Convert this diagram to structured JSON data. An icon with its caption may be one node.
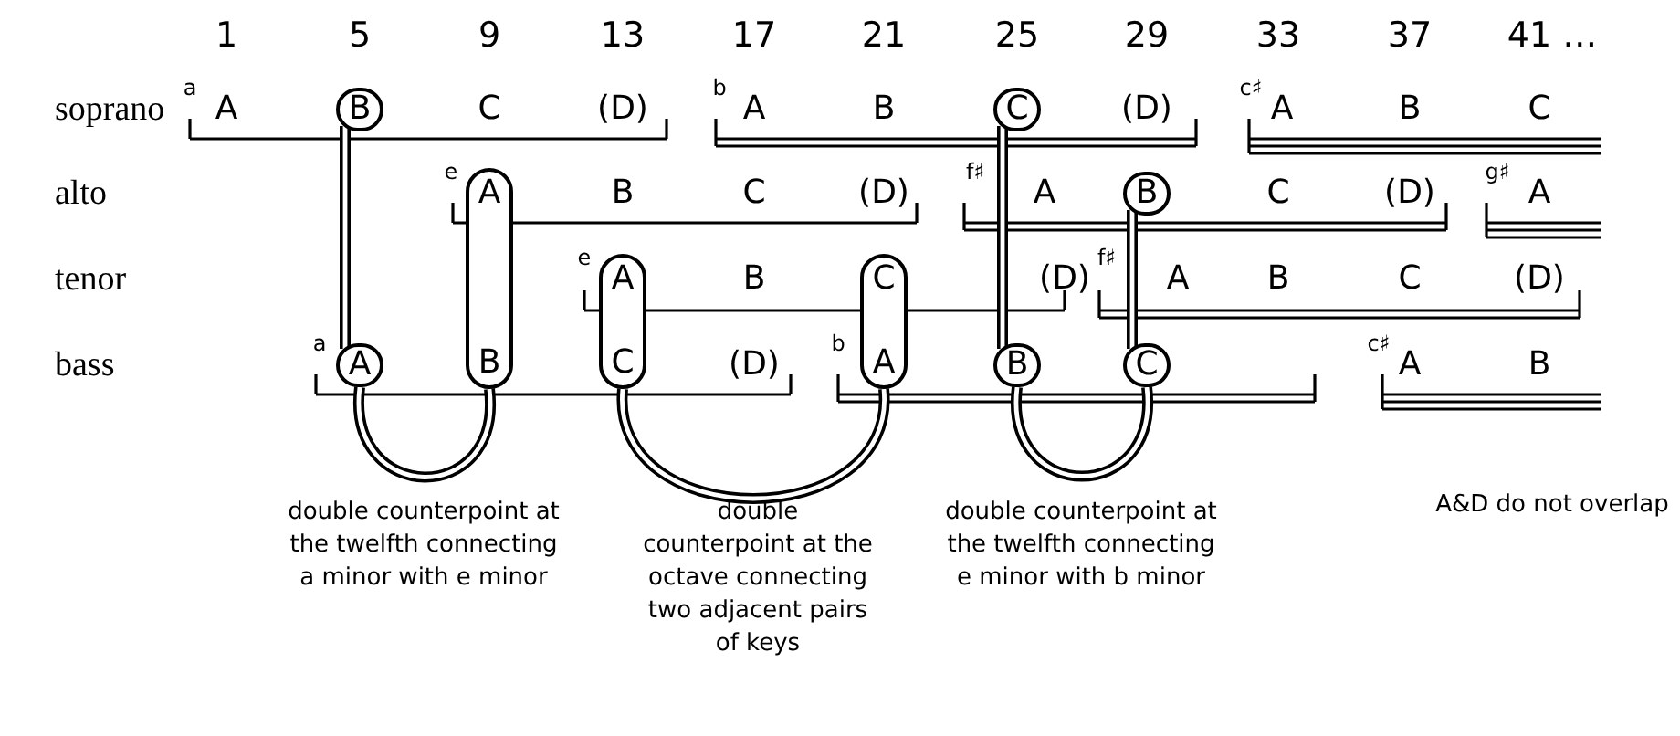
{
  "diagram": {
    "nodes": [
      {
        "text": [
          "B"
        ]
      },
      {
        "text": [
          "A"
        ]
      },
      {
        "text": [
          "A",
          "B"
        ]
      },
      {
        "text": [
          "A",
          "C"
        ]
      },
      {
        "text": [
          "C",
          "A"
        ]
      },
      {
        "text": [
          "C"
        ]
      },
      {
        "text": [
          "B"
        ]
      },
      {
        "text": [
          "B"
        ]
      },
      {
        "text": [
          "C"
        ]
      }
    ],
    "edges": [
      {
        "from": 0,
        "to": 1,
        "arrow": "none"
      },
      {
        "from": 5,
        "to": 6,
        "arrow": "none"
      },
      {
        "from": 7,
        "to": 8,
        "arrow": "none"
      },
      {
        "from": 1,
        "to": 2,
        "arrow": "none"
      },
      {
        "from": 3,
        "to": 4,
        "arrow": "none"
      },
      {
        "from": 6,
        "to": 8,
        "arrow": "none"
      }
    ],
    "labels": [
      "1",
      "5",
      "9",
      "13",
      "17",
      "21",
      "25",
      "29",
      "33",
      "37",
      "41 …",
      "soprano",
      "a",
      "A",
      "C",
      "(D)",
      "b",
      "A",
      "B",
      "(D)",
      "c♯",
      "A",
      "B",
      "C",
      "alto",
      "e",
      "B",
      "C",
      "(D)",
      "f♯",
      "A",
      "C",
      "(D)",
      "g♯",
      "A",
      "tenor",
      "e",
      "B",
      "(D)",
      "f♯",
      "A",
      "B",
      "C",
      "(D)",
      "bass",
      "a",
      "(D)",
      "b",
      "c♯",
      "A",
      "B",
      "double counterpoint at the twelfth connecting a minor with e minor",
      "double counterpoint at the octave connecting two adjacent pairs of keys",
      "double counterpoint at the twelfth connecting e minor with b minor",
      "A&D do not overlap"
    ]
  }
}
